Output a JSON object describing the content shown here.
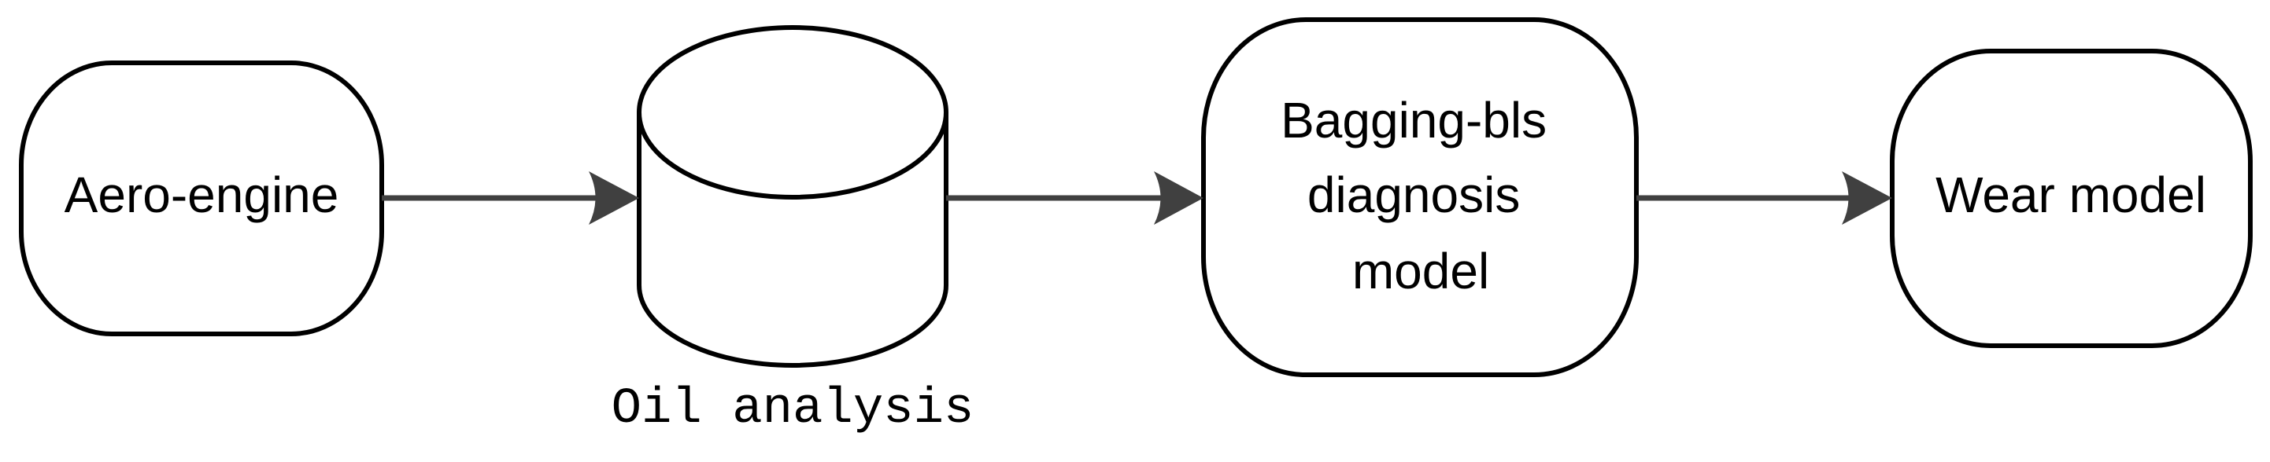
{
  "nodes": {
    "aero_engine": {
      "label": "Aero-engine"
    },
    "oil_analysis": {
      "label": "Oil analysis"
    },
    "bagging_model": {
      "lines": [
        "Bagging-bls",
        "diagnosis",
        "model"
      ]
    },
    "wear_model": {
      "label": "Wear model"
    }
  },
  "edges": [
    {
      "from": "Aero-engine",
      "to": "Oil analysis"
    },
    {
      "from": "Oil analysis",
      "to": "Bagging-bls diagnosis model"
    },
    {
      "from": "Bagging-bls diagnosis model",
      "to": "Wear model"
    }
  ],
  "colors": {
    "stroke": "#000000",
    "arrow": "#404040",
    "background": "#ffffff"
  }
}
